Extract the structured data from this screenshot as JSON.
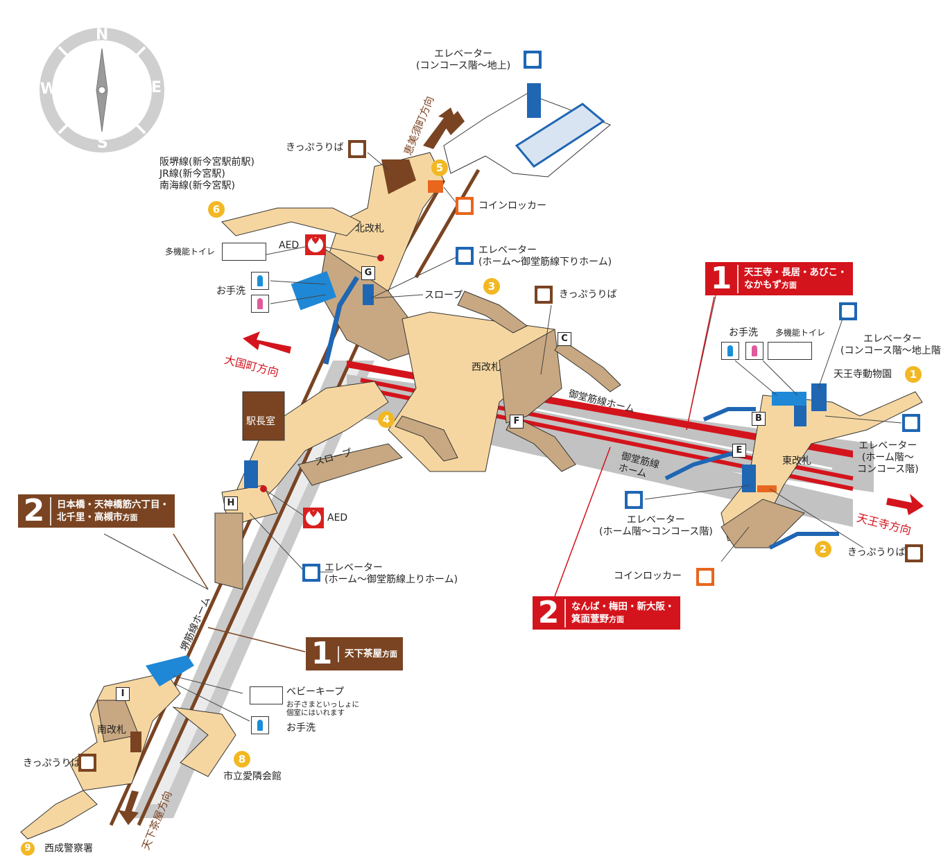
{
  "compass": {
    "n": "N",
    "s": "S",
    "e": "E",
    "w": "W"
  },
  "colors": {
    "concourse": "#f6d6a0",
    "stairs": "#c8a882",
    "platform": "#c2c2c2",
    "track_red": "#d4141c",
    "brown": "#7a4422",
    "blue": "#1f66b3",
    "orange": "#e8661d",
    "exit_yellow": "#f2b824"
  },
  "direction_labels": {
    "ebisu": "恵美須町方向",
    "daikoku": "大国町方向",
    "tennoji": "天王寺方向",
    "tengachaya": "天下茶屋方向"
  },
  "gates": {
    "north": "北改札",
    "west": "西改札",
    "east": "東改札",
    "south": "南改札"
  },
  "platforms": {
    "midosuji_1": "御堂筋線ホーム",
    "midosuji_2": "御堂筋線\nホーム",
    "sakaisuji": "堺筋線ホーム"
  },
  "rooms": {
    "station_master": "駅長室"
  },
  "slopes": {
    "slope1": "スロープ",
    "slope2": "スロープ"
  },
  "exits": [
    {
      "num": "1",
      "label": "天王寺動物園"
    },
    {
      "num": "2",
      "label": ""
    },
    {
      "num": "3",
      "label": ""
    },
    {
      "num": "4",
      "label": ""
    },
    {
      "num": "5",
      "label": ""
    },
    {
      "num": "6",
      "label": "阪堺線(新今宮駅前駅)\nJR線(新今宮駅)\n南海線(新今宮駅)"
    },
    {
      "num": "8",
      "label": "市立愛隣会館"
    },
    {
      "num": "9",
      "label": "西成警察署"
    }
  ],
  "letters": [
    "B",
    "C",
    "E",
    "F",
    "G",
    "H",
    "I"
  ],
  "facilities": {
    "elev_top": "エレベーター\n(コンコース階～地上)",
    "ticket_north": "きっぷうりば",
    "coin_north": "コインロッカー",
    "multi_toilet_n": "多機能トイレ",
    "aed_n": "AED",
    "restroom_n": "お手洗",
    "elev_g": "エレベーター\n(ホーム～御堂筋線下りホーム)",
    "slope_label": "スロープ",
    "ticket_west": "きっぷうりば",
    "restroom_e": "お手洗",
    "multi_toilet_e": "多機能トイレ",
    "elev_east_top": "エレベーター\n(コンコース階～地上階)",
    "elev_east_mid": "エレベーター\n(ホーム階～\nコンコース階)",
    "elev_east_low": "エレベーター\n(ホーム階～コンコース階)",
    "ticket_east": "きっぷうりば",
    "coin_east": "コインロッカー",
    "aed_h": "AED",
    "elev_h": "エレベーター\n(ホーム～御堂筋線上りホーム)",
    "baby_keep": "ベビーキープ",
    "baby_note": "お子さまといっしょに\n個室にはいれます",
    "restroom_s": "お手洗",
    "ticket_south": "きっぷうりば"
  },
  "platform_boxes": {
    "midosuji_1": {
      "num": "1",
      "line1": "天王寺・長居・あびこ・",
      "line2": "なかもず",
      "suffix": "方面"
    },
    "midosuji_2": {
      "num": "2",
      "line1": "なんば・梅田・新大阪・",
      "line2": "箕面萱野",
      "suffix": "方面"
    },
    "sakaisuji_1": {
      "num": "1",
      "line1": "天下茶屋",
      "suffix": "方面"
    },
    "sakaisuji_2": {
      "num": "2",
      "line1": "日本橋・天神橋筋六丁目・",
      "line2": "北千里・高槻市",
      "suffix": "方面"
    }
  }
}
